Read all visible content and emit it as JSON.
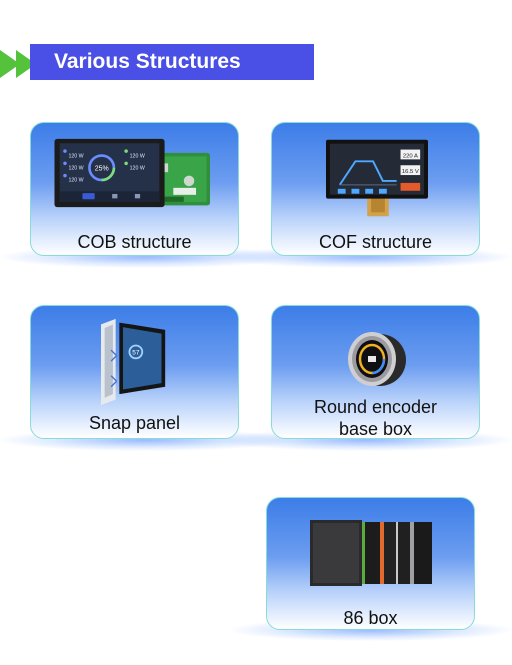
{
  "header": {
    "title": "Various Structures",
    "accent_color": "#4a4fe6",
    "arrow_color": "#55c23c"
  },
  "cards": [
    {
      "label": "COB structure",
      "icon": "cob-display-board-image"
    },
    {
      "label": "COF structure",
      "icon": "cof-display-panel-image"
    },
    {
      "label": "Snap panel",
      "icon": "snap-panel-image"
    },
    {
      "label_line1": "Round encoder",
      "label_line2": "base box",
      "icon": "round-encoder-image"
    },
    {
      "label": "86 box",
      "icon": "86-box-panels-image"
    }
  ],
  "cob_screen": {
    "pct": "25%",
    "left_values": [
      "120 W",
      "120 W",
      "120 W"
    ],
    "right_values": [
      "120 W",
      "120 W"
    ]
  },
  "cof_screen": {
    "readout1": "220 A",
    "readout2": "16.5 V"
  },
  "snap_screen": {
    "number": "57"
  }
}
